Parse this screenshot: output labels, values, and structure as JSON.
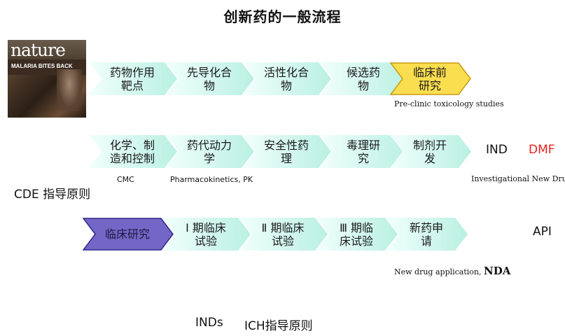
{
  "title": "创新药的一般流程",
  "cover": {
    "logo": "nature",
    "headline": "MALARIA BITES BACK"
  },
  "rows": [
    {
      "stages": [
        {
          "label": "药物作用\n靶点",
          "highlight": false
        },
        {
          "label": "先导化合\n物",
          "highlight": false
        },
        {
          "label": "活性化合\n物",
          "highlight": false
        },
        {
          "label": "候选药\n物",
          "highlight": false
        },
        {
          "label": "临床前\n研究",
          "highlight": "yellow"
        }
      ],
      "notes": {
        "below": "Pre-clinic toxicology studies"
      }
    },
    {
      "stages": [
        {
          "label": "化学、制\n造和控制",
          "highlight": false
        },
        {
          "label": "药代动力\n学",
          "highlight": false
        },
        {
          "label": "安全性药\n理",
          "highlight": false
        },
        {
          "label": "毒理研\n究",
          "highlight": false
        },
        {
          "label": "制剂开\n发",
          "highlight": false
        }
      ],
      "notes": {
        "cmc": "CMC",
        "pk": "Pharmacokinetics, PK",
        "ind": "IND",
        "dmf": "DMF",
        "ind_full": "Investigational New Drug"
      }
    },
    {
      "stages": [
        {
          "label": "临床研究",
          "highlight": "purple"
        },
        {
          "label": "Ⅰ 期临床\n试验",
          "highlight": false
        },
        {
          "label": "Ⅱ 期临床\n试验",
          "highlight": false
        },
        {
          "label": "Ⅲ 期临\n床试验",
          "highlight": false
        },
        {
          "label": "新药申\n请",
          "highlight": false
        }
      ],
      "notes": {
        "api": "API",
        "nda_prefix": "New drug application, ",
        "nda": "NDA"
      }
    }
  ],
  "side_label": "CDE 指导原则",
  "footer": {
    "inds": "INDs",
    "ich": "ICH指导原则"
  },
  "colors": {
    "teal_light": "#f2fffc",
    "teal_dark": "#b9f0e2",
    "yellow": "#fbde4f",
    "yellow_stroke": "#c79a12",
    "purple": "#7466c6",
    "purple_stroke": "#31298a",
    "dmf": "#e8231f"
  }
}
